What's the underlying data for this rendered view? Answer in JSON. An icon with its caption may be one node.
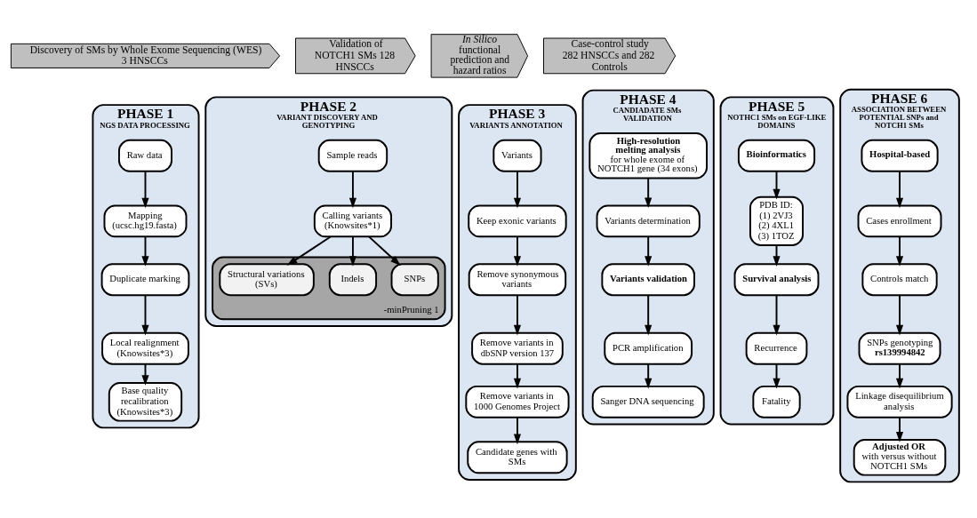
{
  "diagram": {
    "nodes": [
      {
        "text": [
          "Discovery of SMs by Whole Exome Sequencing (WES)",
          "3 HNSCCs"
        ]
      },
      {
        "text": [
          "Validation of NOTCH1 SMs 128 HNSCCs"
        ]
      },
      {
        "text": [
          "In Silico functional prediction and hazard ratios"
        ]
      },
      {
        "text": [
          "Case-control study 282 HNSCCs and 282 Controls"
        ]
      },
      {
        "text": [
          "PHASE 1",
          "NGS DATA PROCESSING"
        ]
      },
      {
        "text": [
          "Raw data"
        ],
        "in": 4
      },
      {
        "text": [
          "Mapping (ucsc.hg19.fasta)"
        ],
        "in": 4
      },
      {
        "text": [
          "Duplicate marking"
        ],
        "in": 4
      },
      {
        "text": [
          "Local realignment (Knowsites*3)"
        ],
        "in": 4
      },
      {
        "text": [
          "Base quality recalibration (Knowsites*3)"
        ],
        "in": 4
      },
      {
        "text": [
          "PHASE 2",
          "VARIANT DISCOVERY AND GENOTYPING"
        ]
      },
      {
        "text": [
          "Sample reads"
        ],
        "in": 10
      },
      {
        "text": [
          "Calling variants (Knowsites*1)"
        ],
        "in": 10
      },
      {
        "text": [
          "-minPruning 1"
        ],
        "in": 10
      },
      {
        "text": [
          "SNPs"
        ],
        "in": 13
      },
      {
        "text": [
          "Indels"
        ],
        "in": 13
      },
      {
        "text": [
          "Structural variations (SVs)"
        ],
        "in": 13
      },
      {
        "text": [
          "PHASE 3",
          "VARIANTS ANNOTATION"
        ]
      },
      {
        "text": [
          "Variants"
        ],
        "in": 17
      },
      {
        "text": [
          "Keep exonic variants"
        ],
        "in": 17
      },
      {
        "text": [
          "Remove synonymous variants"
        ],
        "in": 17
      },
      {
        "text": [
          "Remove variants in dbSNP version 137"
        ],
        "in": 17
      },
      {
        "text": [
          "Remove variants in 1000 Genomes Project"
        ],
        "in": 17
      },
      {
        "text": [
          "Candidate genes with SMs"
        ],
        "in": 17
      },
      {
        "text": [
          "PHASE 4",
          "CANDIADATE SMs VALIDATION"
        ]
      },
      {
        "text": [
          "High-resolution melting analysis",
          "for whole exome of NOTCH1 gene (34 exons)"
        ],
        "in": 24
      },
      {
        "text": [
          "Variants determination"
        ],
        "in": 24
      },
      {
        "text": [
          "Variants validation"
        ],
        "in": 24
      },
      {
        "text": [
          "PCR amplification"
        ],
        "in": 24
      },
      {
        "text": [
          "Sanger DNA sequencing"
        ],
        "in": 24
      },
      {
        "text": [
          "PHASE 5",
          "NOTHC1 SMs on EGF-LIKE DOMAINS"
        ]
      },
      {
        "text": [
          "Bioinformatics"
        ],
        "in": 30
      },
      {
        "text": [
          "PDB ID: (1) 2VJ3 (2) 4XL1 (3) 1TOZ"
        ],
        "in": 30
      },
      {
        "text": [
          "Survival analysis"
        ],
        "in": 30
      },
      {
        "text": [
          "Recurrence"
        ],
        "in": 30
      },
      {
        "text": [
          "Fatality"
        ],
        "in": 30
      },
      {
        "text": [
          "PHASE 6",
          "ASSOCIATION BETWEEN POTENTIAL SNPs and NOTCH1 SMs"
        ]
      },
      {
        "text": [
          "Hospital-based"
        ],
        "in": 36
      },
      {
        "text": [
          "Cases enrollment"
        ],
        "in": 36
      },
      {
        "text": [
          "Controls match"
        ],
        "in": 36
      },
      {
        "text": [
          "SNPs genotyping",
          "rs139994842"
        ],
        "in": 36
      },
      {
        "text": [
          "Linkage disequilibrium analysis"
        ],
        "in": 36
      },
      {
        "text": [
          "Adjusted OR",
          "with versus without NOTCH1 SMs"
        ],
        "in": 36
      }
    ],
    "edges": [
      {
        "from": 5,
        "to": 6,
        "arrow": "to"
      },
      {
        "from": 6,
        "to": 7,
        "arrow": "to"
      },
      {
        "from": 7,
        "to": 8,
        "arrow": "to"
      },
      {
        "from": 8,
        "to": 9,
        "arrow": "to"
      },
      {
        "from": 11,
        "to": 12,
        "arrow": "to"
      },
      {
        "from": 12,
        "to": 14,
        "arrow": "to"
      },
      {
        "from": 12,
        "to": 16,
        "arrow": "to"
      },
      {
        "from": 12,
        "to": 15,
        "arrow": "to"
      },
      {
        "from": 18,
        "to": 19,
        "arrow": "to"
      },
      {
        "from": 19,
        "to": 20,
        "arrow": "to"
      },
      {
        "from": 20,
        "to": 21,
        "arrow": "to"
      },
      {
        "from": 21,
        "to": 22,
        "arrow": "to"
      },
      {
        "from": 22,
        "to": 23,
        "arrow": "to"
      },
      {
        "from": 25,
        "to": 26,
        "arrow": "to"
      },
      {
        "from": 26,
        "to": 27,
        "arrow": "to"
      },
      {
        "from": 27,
        "to": 28,
        "arrow": "to"
      },
      {
        "from": 28,
        "to": 29,
        "arrow": "to"
      },
      {
        "from": 31,
        "to": 32,
        "arrow": "to"
      },
      {
        "from": 32,
        "to": 33,
        "arrow": "to"
      },
      {
        "from": 33,
        "to": 34,
        "arrow": "to"
      },
      {
        "from": 34,
        "to": 35,
        "arrow": "to"
      },
      {
        "from": 37,
        "to": 38,
        "arrow": "to"
      },
      {
        "from": 38,
        "to": 39,
        "arrow": "to"
      },
      {
        "from": 39,
        "to": 40,
        "arrow": "to"
      },
      {
        "from": 40,
        "to": 41,
        "arrow": "to"
      },
      {
        "from": 41,
        "to": 42,
        "arrow": "to"
      }
    ]
  }
}
